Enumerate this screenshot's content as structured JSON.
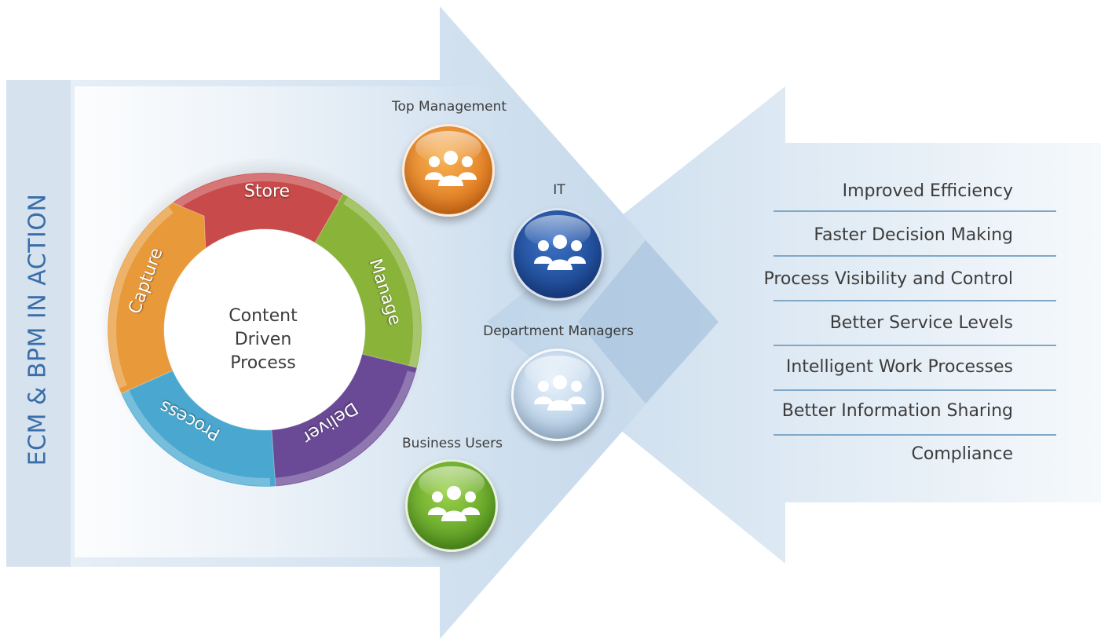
{
  "side_title": "ECM & BPM IN ACTION",
  "center_label": {
    "line1": "Content Driven",
    "line2": "Process"
  },
  "cycle_segments": [
    {
      "label": "Store",
      "color": "#c94a4a"
    },
    {
      "label": "Manage",
      "color": "#8ab33a"
    },
    {
      "label": "Deliver",
      "color": "#6a4a96"
    },
    {
      "label": "Process",
      "color": "#4aa8d0"
    },
    {
      "label": "Capture",
      "color": "#e89a3a"
    }
  ],
  "roles": [
    {
      "label": "Top Management",
      "color": "#e88a2a"
    },
    {
      "label": "IT",
      "color": "#1e4a96"
    },
    {
      "label": "Department Managers",
      "color": "#b9d2ea"
    },
    {
      "label": "Business Users",
      "color": "#6aab2a"
    }
  ],
  "benefits": [
    "Improved Efficiency",
    "Faster Decision Making",
    "Process Visibility and Control",
    "Better Service Levels",
    "Intelligent Work Processes",
    "Better Information Sharing",
    "Compliance"
  ],
  "colors": {
    "arrow_fill": "#cfdfee",
    "title_blue": "#3a6ea8",
    "rule_blue": "#7fa8c8"
  }
}
